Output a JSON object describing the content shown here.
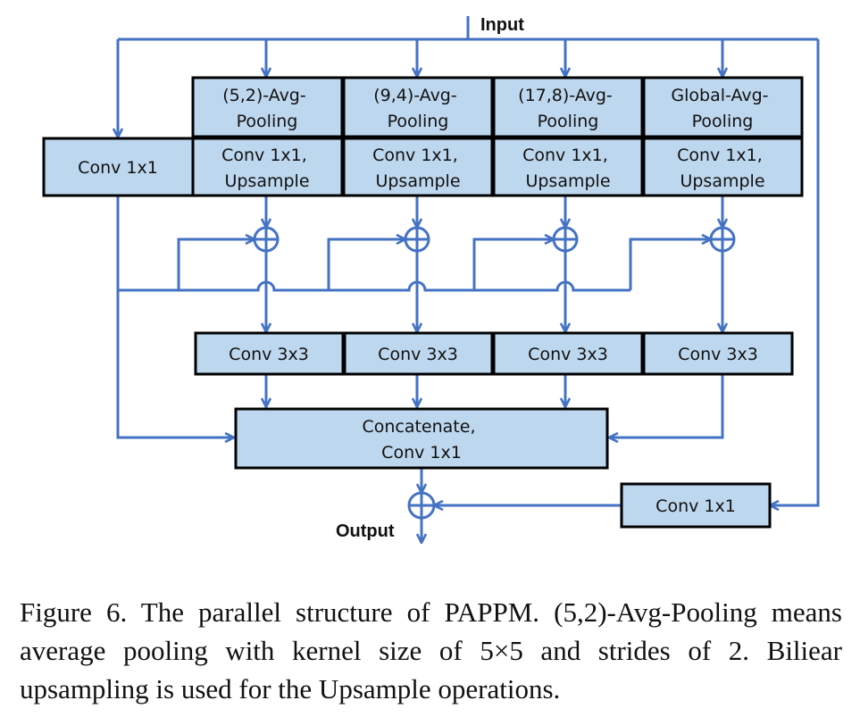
{
  "diagram": {
    "input_label": "Input",
    "output_label": "Output",
    "blocks": {
      "conv1x1_left": [
        "Conv 1x1"
      ],
      "pool_1": [
        "(5,2)-Avg-",
        "Pooling"
      ],
      "pool_2": [
        "(9,4)-Avg-",
        "Pooling"
      ],
      "pool_3": [
        "(17,8)-Avg-",
        "Pooling"
      ],
      "pool_4": [
        "Global-Avg-",
        "Pooling"
      ],
      "conv_up_1": [
        "Conv 1x1,",
        "Upsample"
      ],
      "conv_up_2": [
        "Conv 1x1,",
        "Upsample"
      ],
      "conv_up_3": [
        "Conv 1x1,",
        "Upsample"
      ],
      "conv_up_4": [
        "Conv 1x1,",
        "Upsample"
      ],
      "conv3x3_1": [
        "Conv 3x3"
      ],
      "conv3x3_2": [
        "Conv 3x3"
      ],
      "conv3x3_3": [
        "Conv 3x3"
      ],
      "conv3x3_4": [
        "Conv 3x3"
      ],
      "concat": [
        "Concatenate,",
        "Conv 1x1"
      ],
      "conv1x1_shortcut": [
        "Conv 1x1"
      ]
    }
  },
  "caption": "Figure 6. The parallel structure of PAPPM. (5,2)-Avg-Pooling means average pooling with kernel size of 5×5 and strides of 2. Biliear upsampling is used for the Upsample operations.",
  "colors": {
    "box_fill": "#bdd7ee",
    "box_border": "#000000",
    "arrow": "#4472c4"
  }
}
